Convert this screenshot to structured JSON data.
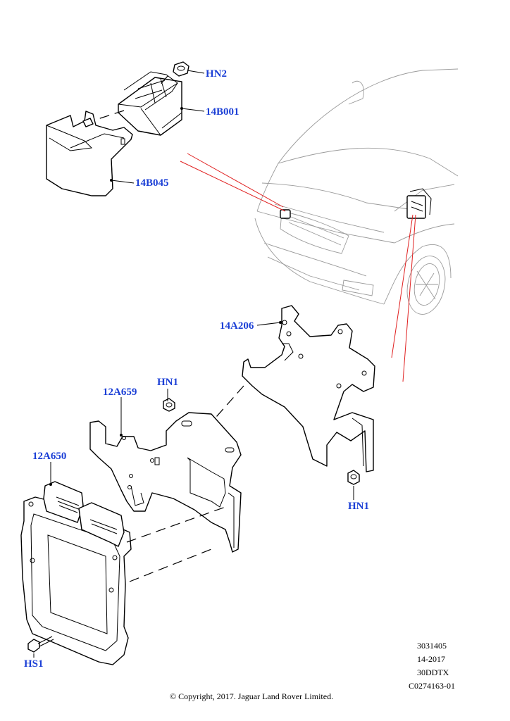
{
  "callouts": {
    "hn2": "HN2",
    "b14001": "14B001",
    "b14045": "14B045",
    "a14206": "14A206",
    "hn1_top": "HN1",
    "a12659": "12A659",
    "a12650": "12A650",
    "hn1_right": "HN1",
    "hs1": "HS1"
  },
  "reference_block": [
    "3031405",
    "14-2017",
    "30DDTX",
    "C0274163-01"
  ],
  "copyright": "© Copyright, 2017. Jaguar Land Rover Limited.",
  "colors": {
    "callout": "#1b3fd6",
    "location_lines": "#e02020"
  }
}
